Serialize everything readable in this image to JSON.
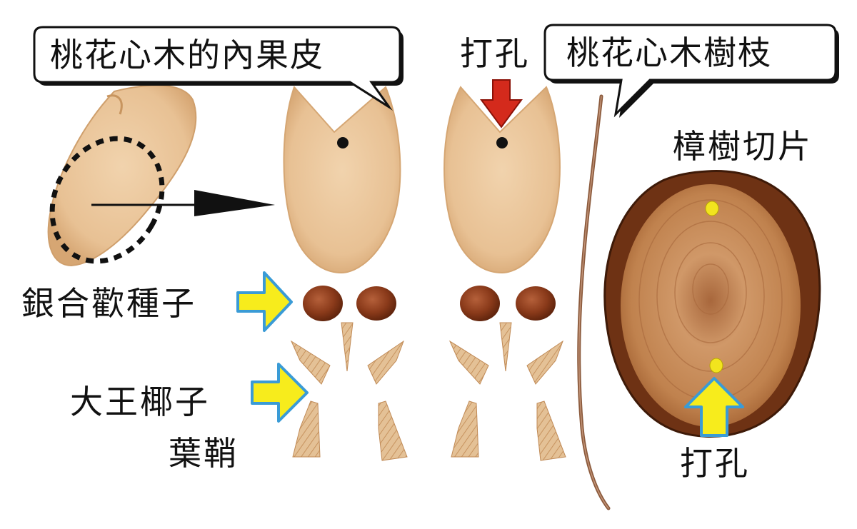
{
  "labels": {
    "peach_endocarp": "桃花心木的內果皮",
    "drill_hole_top": "打孔",
    "peach_branch": "桃花心木樹枝",
    "camphor_slice": "樟樹切片",
    "silver_acacia_seed": "銀合歡種子",
    "royal_palm_sheath_line1": "大王椰子",
    "royal_palm_sheath_line2": "葉鞘",
    "drill_hole_bottom": "打孔"
  },
  "colors": {
    "endocarp_fill": "#f0d2aa",
    "endocarp_edge": "#d9ad7d",
    "seed": "#8a3a1a",
    "sheath": "#e0b98e",
    "branch": "#8b5a3c",
    "bark": "#6e3214",
    "wood": "#c58a5a",
    "yellow_arrow": "#f7ec1c",
    "arrow_outline": "#3a9bd6",
    "red_arrow": "#d42a1c",
    "hole_marker": "#f2e41e"
  }
}
